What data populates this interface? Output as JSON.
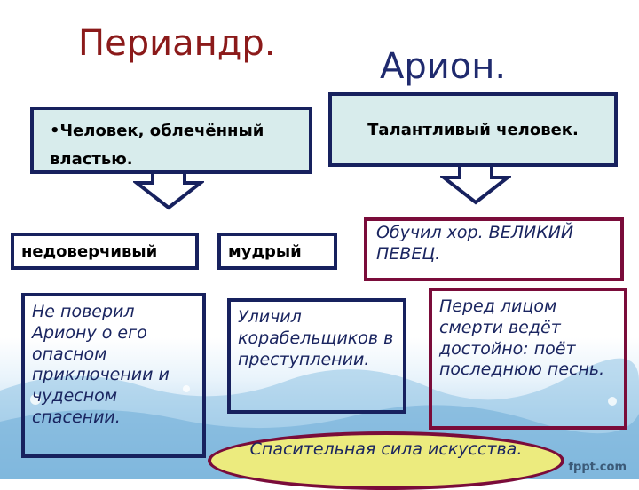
{
  "periandr": {
    "title": "Периандр.",
    "main": "•Человек, облечённый властью.",
    "traits": [
      "недоверчивый",
      "мудрый"
    ],
    "detail_1": "Не поверил Ариону о его опасном приключении и чудесном спасении.",
    "detail_2": "Уличил корабельщиков в преступлении."
  },
  "arion": {
    "title": "Арион.",
    "main": "Талантливый человек.",
    "detail_1": "Обучил хор. ВЕЛИКИЙ ПЕВЕЦ.",
    "detail_2": "Перед лицом смерти ведёт достойно: поёт последнюю песнь."
  },
  "conclusion": "Спасительная сила искусства.",
  "watermark": "fppt.com",
  "colors": {
    "periandr_title": "#8b1a1a",
    "arion_title": "#1f2a6e",
    "box_border_blue": "#17215e",
    "box_border_maroon": "#7a0c3a",
    "box_fill_teal": "#d8ecec",
    "ellipse_fill": "#eceb7e"
  }
}
